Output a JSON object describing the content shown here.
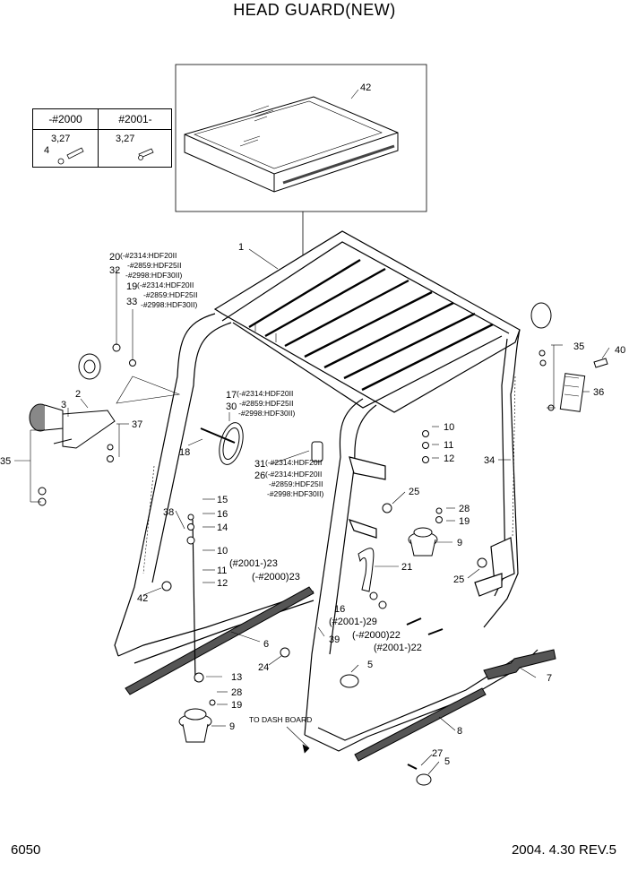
{
  "title": "HEAD GUARD(NEW)",
  "page_number": "6050",
  "revision": "2004. 4.30 REV.5",
  "version_table": {
    "col1_header": "-#2000",
    "col2_header": "#2001-",
    "col1_part_a": "3,27",
    "col1_part_b": "4",
    "col2_part_a": "3,27"
  },
  "callouts": {
    "c42_top": "42",
    "c1": "1",
    "c20": "20",
    "c20_note1": "(-#2314:HDF20II",
    "c20_note2": "-#2859:HDF25II",
    "c32": "32",
    "c32_note": "-#2998:HDF30II)",
    "c19a": "19",
    "c19a_note1": "(-#2314:HDF20II",
    "c19a_note2": "-#2859:HDF25II",
    "c33": "33",
    "c33_note": "-#2998:HDF30II)",
    "c2": "2",
    "c3": "3",
    "c35_left": "35",
    "c37": "37",
    "c18": "18",
    "c17": "17",
    "c17_note1": "(-#2314:HDF20II",
    "c30": "30",
    "c30_note1": "-#2859:HDF25II",
    "c30_note2": "-#2998:HDF30II)",
    "c35_right": "35",
    "c40": "40",
    "c36": "36",
    "c10a": "10",
    "c11a": "11",
    "c12a": "12",
    "c31": "31",
    "c31_note1": "(-#2314:HDF20II",
    "c26": "26",
    "c26_note1": "(-#2314:HDF20II",
    "c26_note2": "-#2859:HDF25II",
    "c26_note3": "-#2998:HDF30II)",
    "c34": "34",
    "c25a": "25",
    "c28a": "28",
    "c19b": "19",
    "c9a": "9",
    "c15": "15",
    "c16a": "16",
    "c14": "14",
    "c38": "38",
    "c10b": "10",
    "c11b": "11",
    "c12b": "12",
    "c23a": "(#2001-)23",
    "c23b": "(-#2000)23",
    "c21": "21",
    "c25b": "25",
    "c42_bottom": "42",
    "c16b": "16",
    "c29": "(#2001-)29",
    "c22a": "(-#2000)22",
    "c22b": "(#2001-)22",
    "c6": "6",
    "c39": "39",
    "c24": "24",
    "c5a": "5",
    "c7": "7",
    "c13": "13",
    "c28b": "28",
    "c19c": "19",
    "c9b": "9",
    "to_dash": "TO DASH BOARD",
    "c8": "8",
    "c27": "27",
    "c5b": "5"
  }
}
